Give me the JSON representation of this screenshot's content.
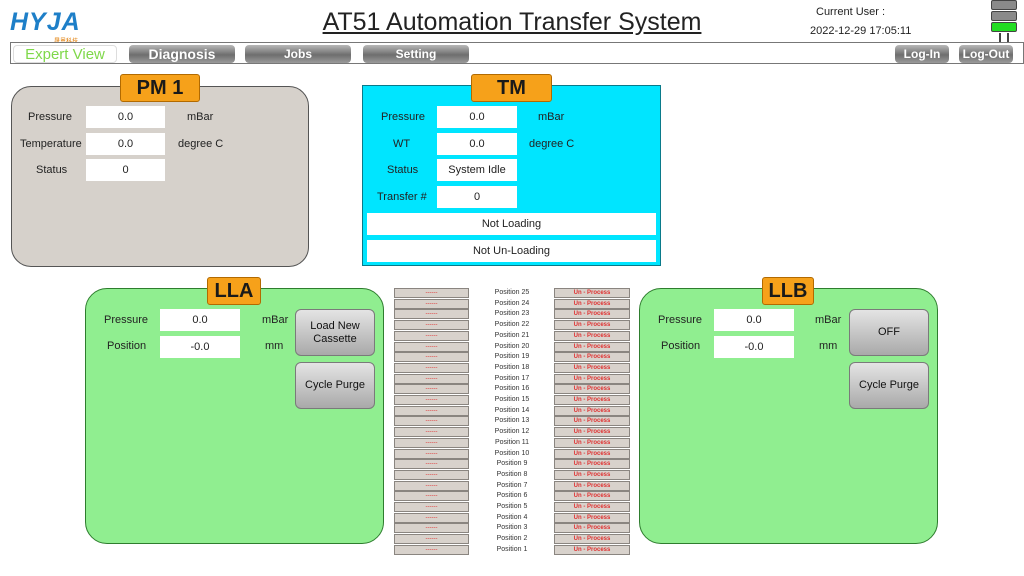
{
  "header": {
    "logo_text": "HYJA",
    "logo_sub": "晟恩科技",
    "title": "AT51 Automation Transfer System",
    "current_user_label": "Current User :",
    "datetime": "2022-12-29 17:05:11"
  },
  "nav": {
    "expert_view": "Expert View",
    "diagnosis": "Diagnosis",
    "jobs": "Jobs",
    "setting": "Setting",
    "login": "Log-In",
    "logout": "Log-Out"
  },
  "pm1": {
    "title": "PM 1",
    "pressure_label": "Pressure",
    "pressure_value": "0.0",
    "pressure_unit": "mBar",
    "temperature_label": "Temperature",
    "temperature_value": "0.0",
    "temperature_unit": "degree C",
    "status_label": "Status",
    "status_value": "0"
  },
  "tm": {
    "title": "TM",
    "pressure_label": "Pressure",
    "pressure_value": "0.0",
    "pressure_unit": "mBar",
    "wt_label": "WT",
    "wt_value": "0.0",
    "wt_unit": "degree C",
    "status_label": "Status",
    "status_value": "System Idle",
    "transfer_label": "Transfer #",
    "transfer_value": "0",
    "loading_status": "Not Loading",
    "unloading_status": "Not Un-Loading"
  },
  "lla": {
    "title": "LLA",
    "pressure_label": "Pressure",
    "pressure_value": "0.0",
    "pressure_unit": "mBar",
    "position_label": "Position",
    "position_value": "-0.0",
    "position_unit": "mm",
    "load_button": "Load New Cassette",
    "purge_button": "Cycle Purge"
  },
  "llb": {
    "title": "LLB",
    "pressure_label": "Pressure",
    "pressure_value": "0.0",
    "pressure_unit": "mBar",
    "position_label": "Position",
    "position_value": "-0.0",
    "position_unit": "mm",
    "off_button": "OFF",
    "purge_button": "Cycle Purge"
  },
  "slots": [
    {
      "left": "------",
      "position": "Position 25",
      "status": "Un - Process"
    },
    {
      "left": "------",
      "position": "Position 24",
      "status": "Un - Process"
    },
    {
      "left": "------",
      "position": "Position 23",
      "status": "Un - Process"
    },
    {
      "left": "------",
      "position": "Position 22",
      "status": "Un - Process"
    },
    {
      "left": "------",
      "position": "Position 21",
      "status": "Un - Process"
    },
    {
      "left": "------",
      "position": "Position 20",
      "status": "Un - Process"
    },
    {
      "left": "------",
      "position": "Position 19",
      "status": "Un - Process"
    },
    {
      "left": "------",
      "position": "Position 18",
      "status": "Un - Process"
    },
    {
      "left": "------",
      "position": "Position 17",
      "status": "Un - Process"
    },
    {
      "left": "------",
      "position": "Position 16",
      "status": "Un - Process"
    },
    {
      "left": "------",
      "position": "Position 15",
      "status": "Un - Process"
    },
    {
      "left": "------",
      "position": "Position 14",
      "status": "Un - Process"
    },
    {
      "left": "------",
      "position": "Position 13",
      "status": "Un - Process"
    },
    {
      "left": "------",
      "position": "Position 12",
      "status": "Un - Process"
    },
    {
      "left": "------",
      "position": "Position 11",
      "status": "Un - Process"
    },
    {
      "left": "------",
      "position": "Position 10",
      "status": "Un - Process"
    },
    {
      "left": "------",
      "position": "Position 9",
      "status": "Un - Process"
    },
    {
      "left": "------",
      "position": "Position 8",
      "status": "Un - Process"
    },
    {
      "left": "------",
      "position": "Position 7",
      "status": "Un - Process"
    },
    {
      "left": "------",
      "position": "Position 6",
      "status": "Un - Process"
    },
    {
      "left": "------",
      "position": "Position 5",
      "status": "Un - Process"
    },
    {
      "left": "------",
      "position": "Position 4",
      "status": "Un - Process"
    },
    {
      "left": "------",
      "position": "Position 3",
      "status": "Un - Process"
    },
    {
      "left": "------",
      "position": "Position 2",
      "status": "Un - Process"
    },
    {
      "left": "------",
      "position": "Position 1",
      "status": "Un - Process"
    }
  ],
  "colors": {
    "pm1_panel": "#d6d1cb",
    "tm_panel": "#00e5ff",
    "ll_panel": "#90ee90",
    "badge": "#f6a11a",
    "tower_top": "#8a8a8a",
    "tower_mid": "#8a8a8a",
    "tower_green": "#22dd22",
    "expert_view_text": "#7fd84a"
  }
}
